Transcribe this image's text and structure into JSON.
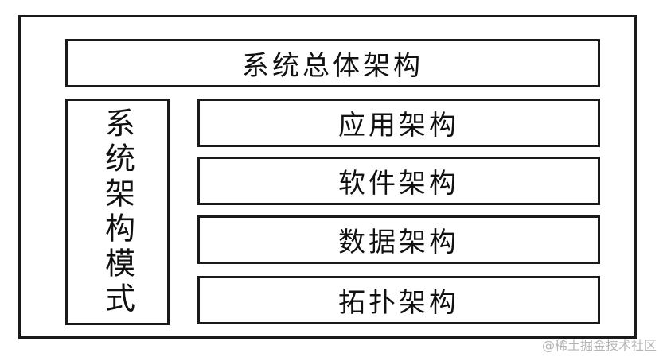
{
  "diagram": {
    "title": "系统总体架构",
    "side_label": "系统架构模式",
    "architectures": [
      "应用架构",
      "软件架构",
      "数据架构",
      "拓扑架构"
    ]
  },
  "watermark": "@稀土掘金技术社区"
}
